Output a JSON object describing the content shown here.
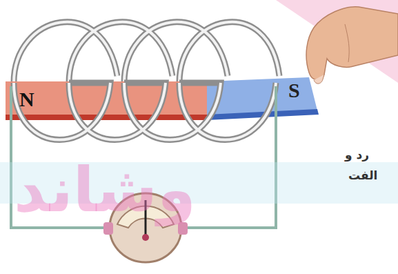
{
  "diagram": {
    "labels": [
      "N",
      "S",
      "رد و",
      "الفت",
      "وشاند"
    ]
  }
}
